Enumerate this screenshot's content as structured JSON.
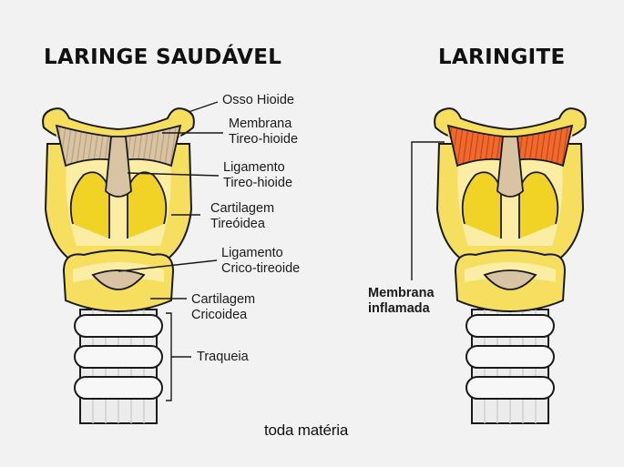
{
  "titles": {
    "healthy": "LARINGE SAUDÁVEL",
    "condition": "LARINGITE"
  },
  "labels": {
    "hyoid": "Osso Hioide",
    "thyrohyoid_membrane": [
      "Membrana",
      "Tireo-hioide"
    ],
    "thyrohyoid_ligament": [
      "Ligamento",
      "Tireo-hioide"
    ],
    "thyroid_cartilage": [
      "Cartilagem",
      "Tireóidea"
    ],
    "cricothyroid_ligament": [
      "Ligamento",
      "Crico-tireoide"
    ],
    "cricoid_cartilage": [
      "Cartilagem",
      "Cricoidea"
    ],
    "trachea": "Traqueia",
    "inflamed_membrane": [
      "Membrana",
      "inflamada"
    ]
  },
  "brand": "toda matéria",
  "colors": {
    "background": "#f2f2f2",
    "outline": "#1a1a1a",
    "cartilage_light": "#fbeda4",
    "cartilage_mid": "#f6df5e",
    "cartilage_dark": "#f0d324",
    "membrane": "#d8c3a3",
    "inflamed": "#ef6a2c",
    "trachea": "#f7f7f7"
  }
}
